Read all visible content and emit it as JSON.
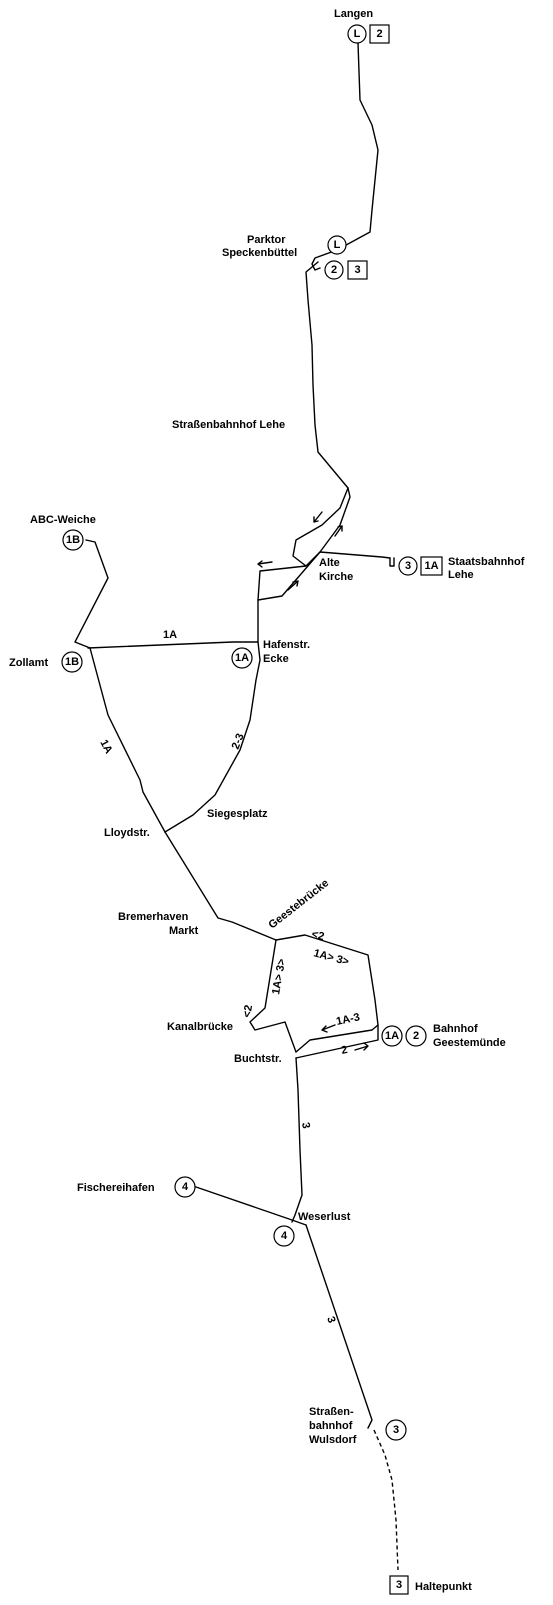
{
  "stations": {
    "langen": "Langen",
    "parktor_1": "Parktor",
    "parktor_2": "Speckenbüttel",
    "strassenbahnhof_lehe": "Straßenbahnhof Lehe",
    "abc_weiche": "ABC-Weiche",
    "alte_kirche_1": "Alte",
    "alte_kirche_2": "Kirche",
    "staatsbahnhof_1": "Staatsbahnhof",
    "staatsbahnhof_2": "Lehe",
    "zollamt": "Zollamt",
    "hafenstr_1": "Hafenstr.",
    "hafenstr_2": "Ecke",
    "siegesplatz": "Siegesplatz",
    "lloydstr": "Lloydstr.",
    "geestebruecke": "Geestebrücke",
    "bremerhaven_markt_1": "Bremerhaven",
    "bremerhaven_markt_2": "Markt",
    "kanalbruecke": "Kanalbrücke",
    "bahnhof_geestemuende_1": "Bahnhof",
    "bahnhof_geestemuende_2": "Geestemünde",
    "buchtstr": "Buchtstr.",
    "fischereihafen": "Fischereihafen",
    "weserlust": "Weserlust",
    "wulsdorf_1": "Straßen-",
    "wulsdorf_2": "bahnhof",
    "wulsdorf_3": "Wulsdorf",
    "haltepunkt": "Haltepunkt"
  },
  "route_labels": {
    "r_1a_top": "1A",
    "r_1a_diag": "1A",
    "r_2_3": "2-3",
    "r_lt2_top": "<2",
    "r_1a_3_top": "1A> 3>",
    "r_lt2_left": "<2",
    "r_1a_3_left": "1A> 3>",
    "r_1a_3_arrow": "1A-3",
    "r_2_arrow": "2",
    "r_3_upper": "3",
    "r_3_lower": "3"
  },
  "badges": {
    "langen_circle": "L",
    "langen_box": "2",
    "parktor_circle": "L",
    "parktor_circle2": "2",
    "parktor_box": "3",
    "staats_circle": "3",
    "staats_box": "1A",
    "abc_circle": "1B",
    "zollamt_circle": "1B",
    "hafen_circle": "1A",
    "geest_circle1": "1A",
    "geest_circle2": "2",
    "fischer_circle": "4",
    "weser_circle": "4",
    "wulsdorf_circle": "3",
    "haltepunkt_box": "3"
  }
}
